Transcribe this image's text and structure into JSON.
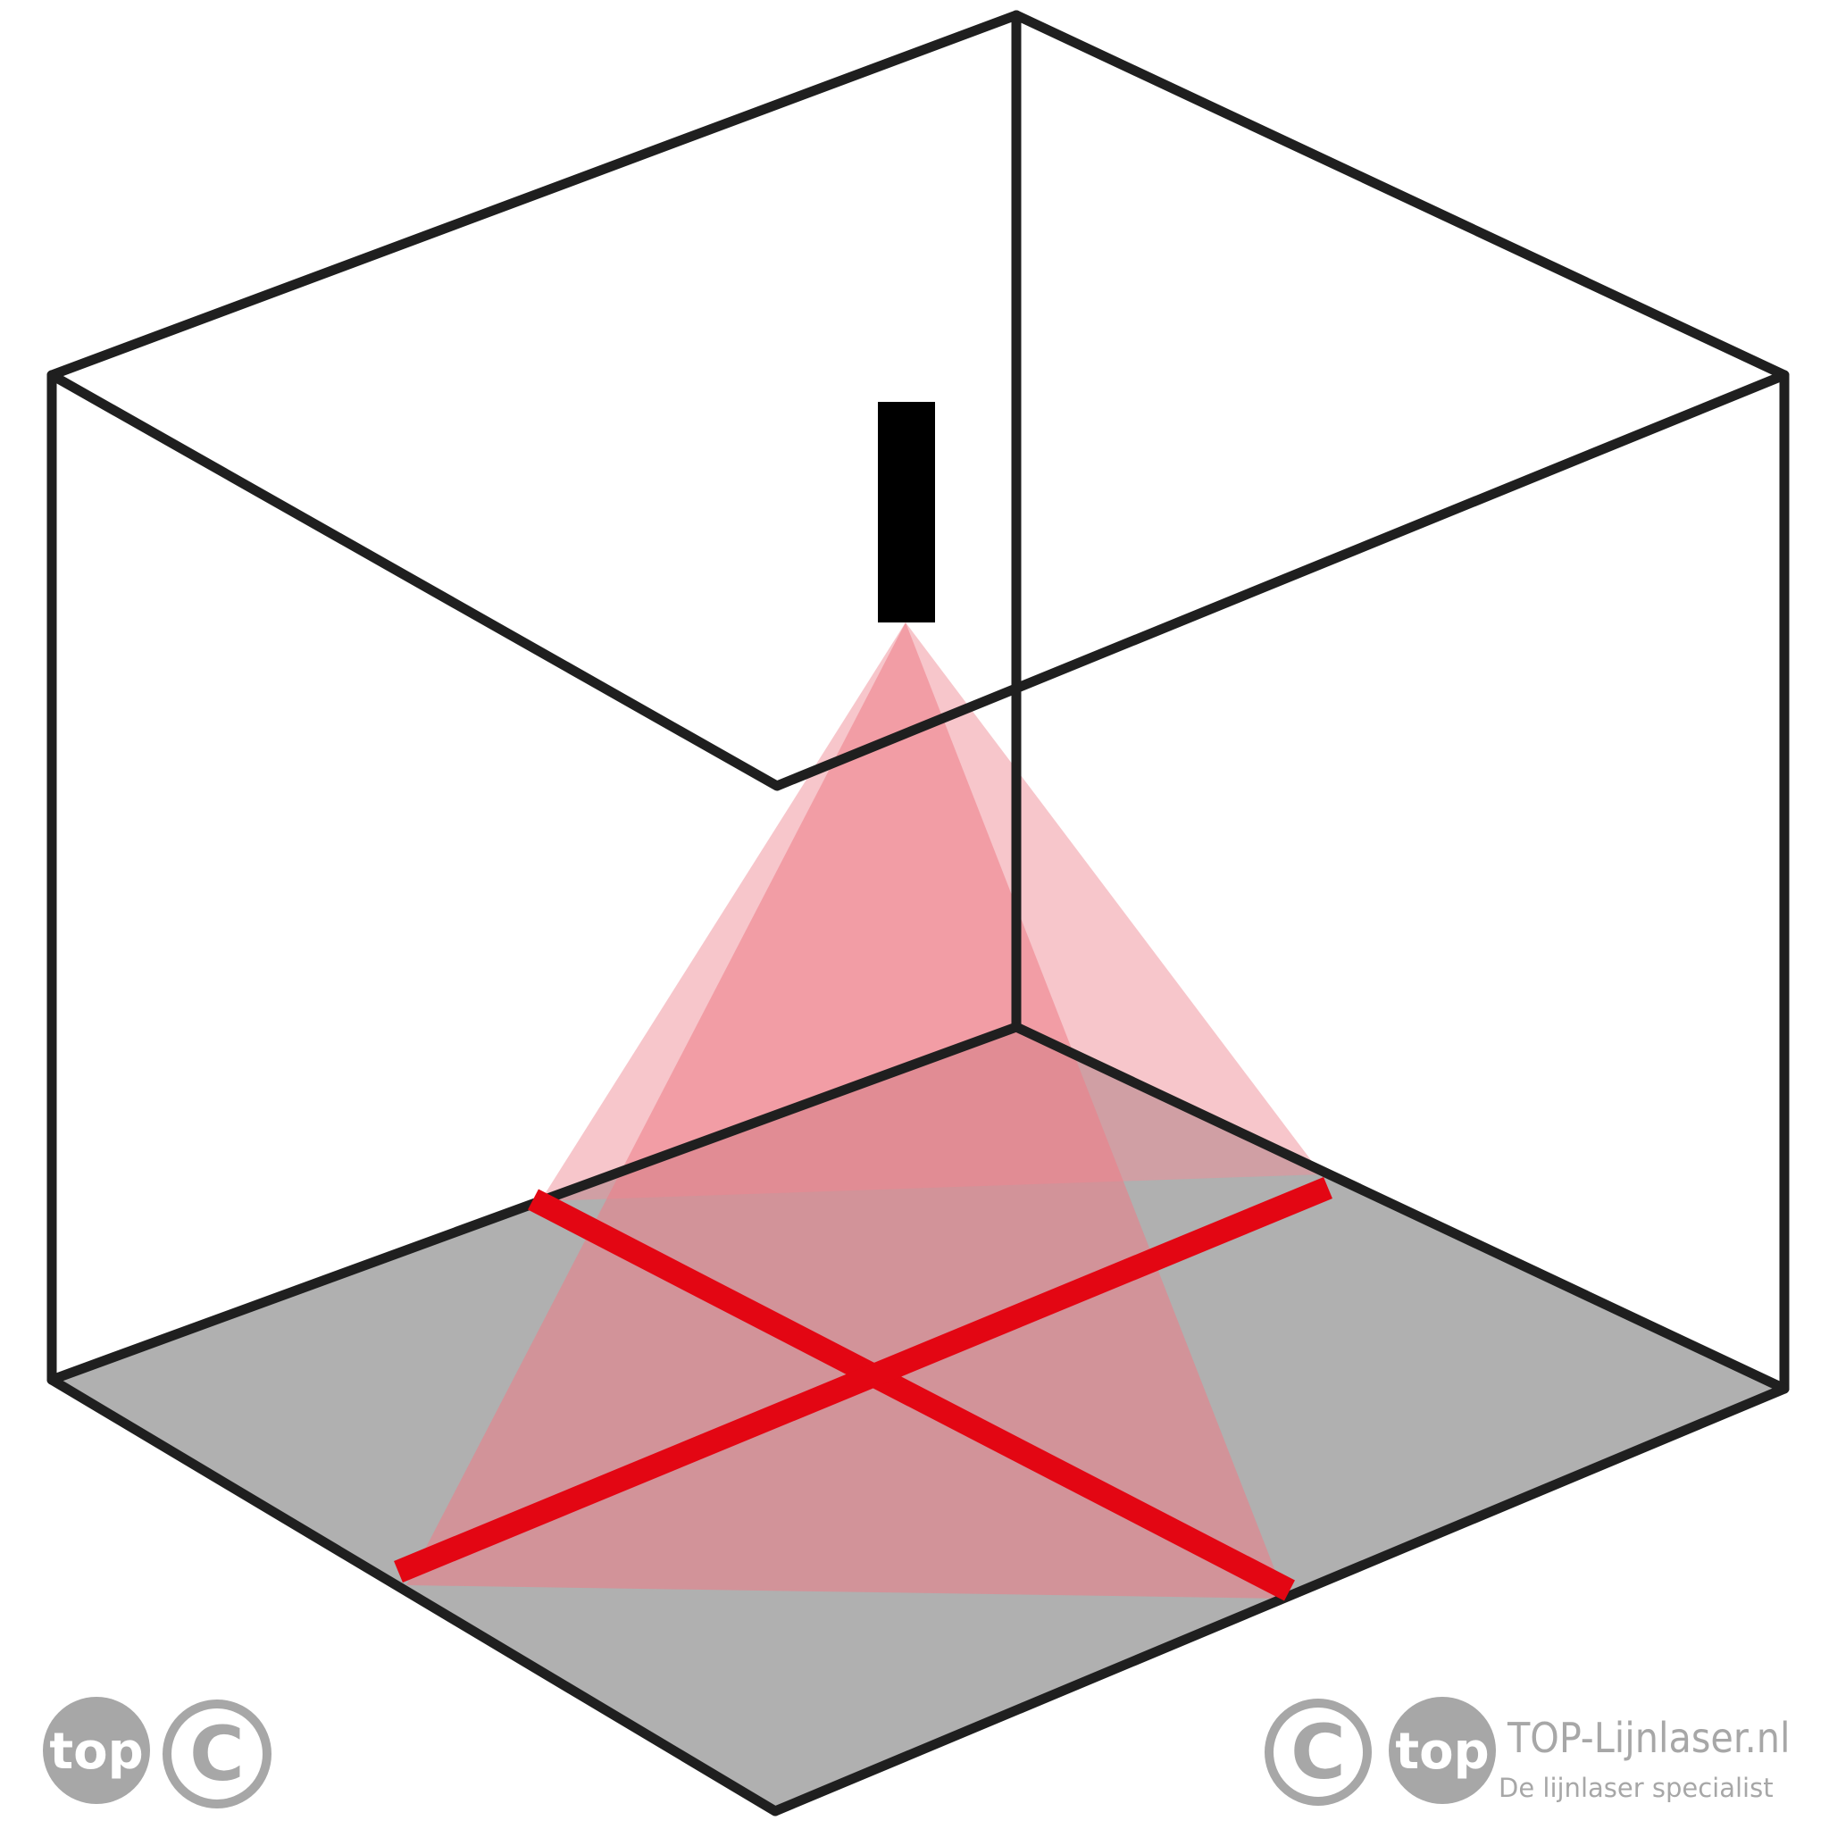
{
  "colors": {
    "edge": "#1f1f1f",
    "floor": "#b0b0b0",
    "laser_line": "#e30613",
    "beam_fan_outer": "#f4b3b8",
    "beam_fan_inner": "#ee7c86",
    "floor_overlap": "#c0696f",
    "watermark": "#a7a7a7"
  },
  "icons": {
    "laser_device": "laser-device-icon",
    "copyright": "copyright-icon",
    "top_logo": "top-logo-icon"
  },
  "watermark_left": {
    "logo_text": "top",
    "copyright_symbol": "C"
  },
  "watermark_right": {
    "copyright_symbol": "C",
    "logo_text": "top",
    "domain": "TOP-Lijnlaser.nl",
    "tagline": "De lijnlaser specialist"
  }
}
